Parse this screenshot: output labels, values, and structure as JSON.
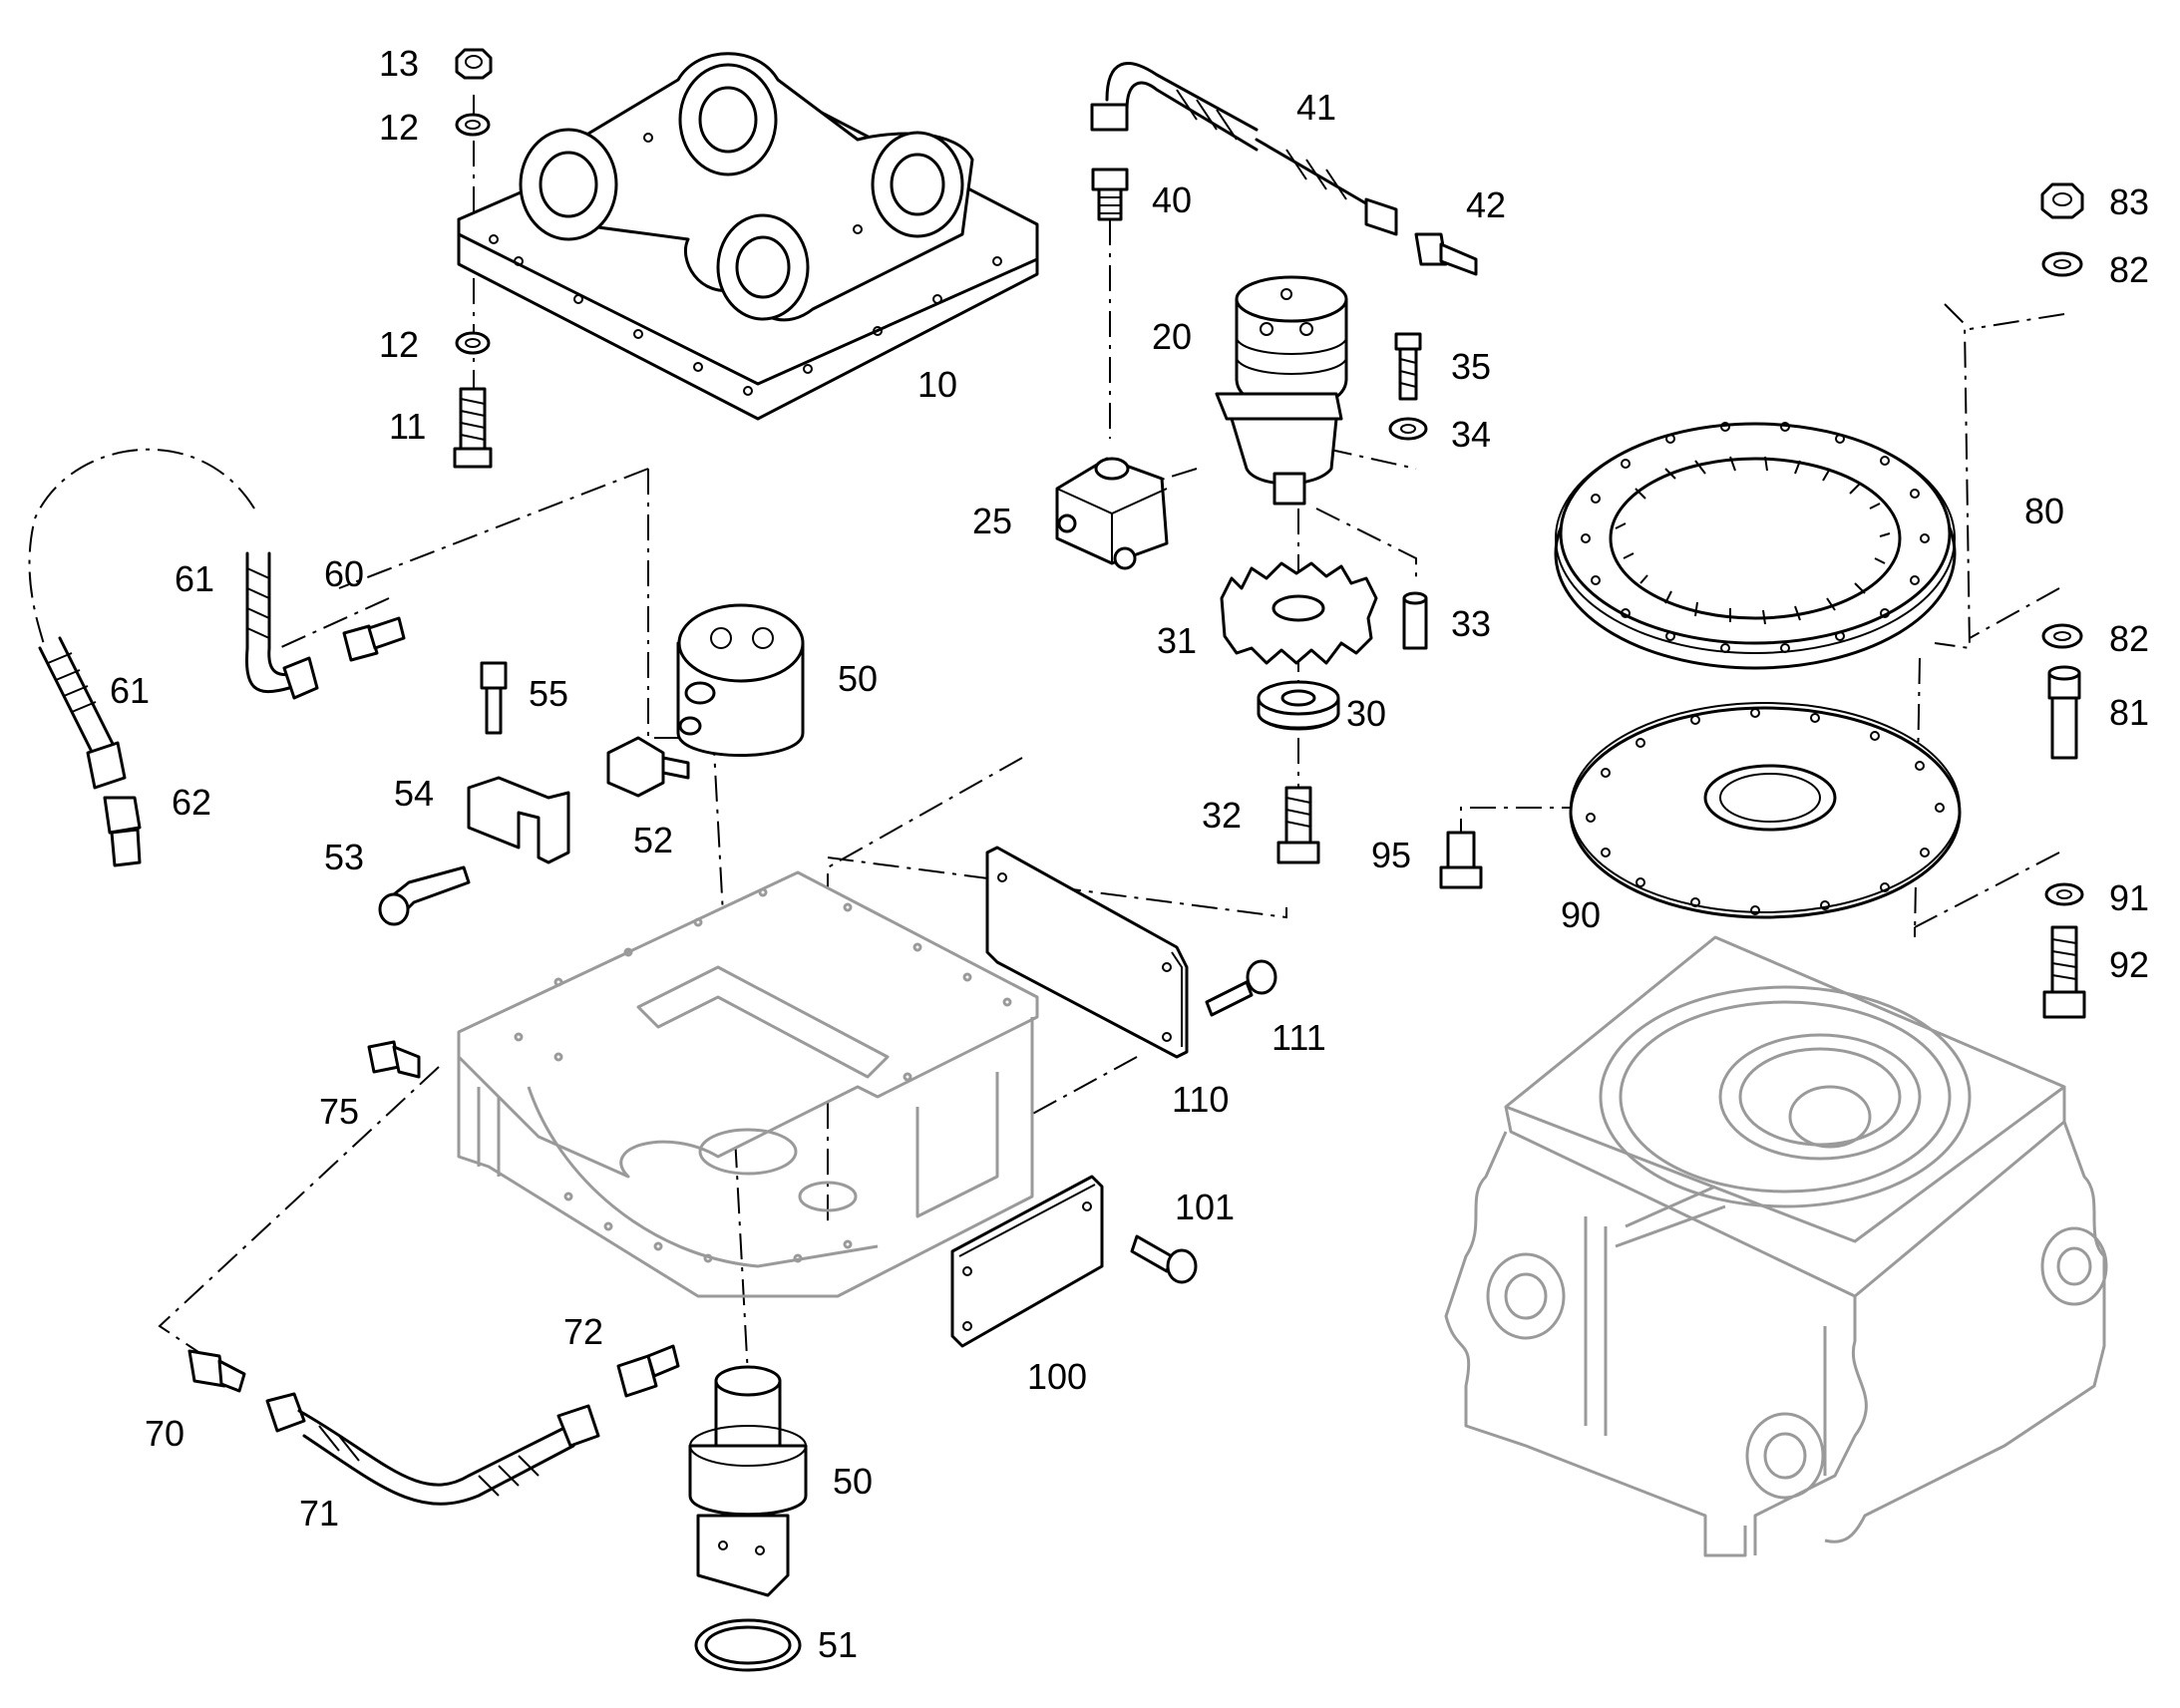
{
  "labels": {
    "p10": "10",
    "p11": "11",
    "p12a": "12",
    "p12b": "12",
    "p13": "13",
    "p20": "20",
    "p25": "25",
    "p30": "30",
    "p31": "31",
    "p32": "32",
    "p33": "33",
    "p34": "34",
    "p35": "35",
    "p40": "40",
    "p41": "41",
    "p42": "42",
    "p50a": "50",
    "p50b": "50",
    "p51": "51",
    "p52": "52",
    "p53": "53",
    "p54": "54",
    "p55": "55",
    "p60": "60",
    "p61a": "61",
    "p61b": "61",
    "p62": "62",
    "p70": "70",
    "p71": "71",
    "p72": "72",
    "p75": "75",
    "p80": "80",
    "p81": "81",
    "p82a": "82",
    "p82b": "82",
    "p83": "83",
    "p90": "90",
    "p91": "91",
    "p92": "92",
    "p95": "95",
    "p100": "100",
    "p101": "101",
    "p110": "110",
    "p111": "111"
  },
  "colors": {
    "line": "#000000",
    "ghost": "#9a9a9a",
    "background": "#ffffff"
  }
}
